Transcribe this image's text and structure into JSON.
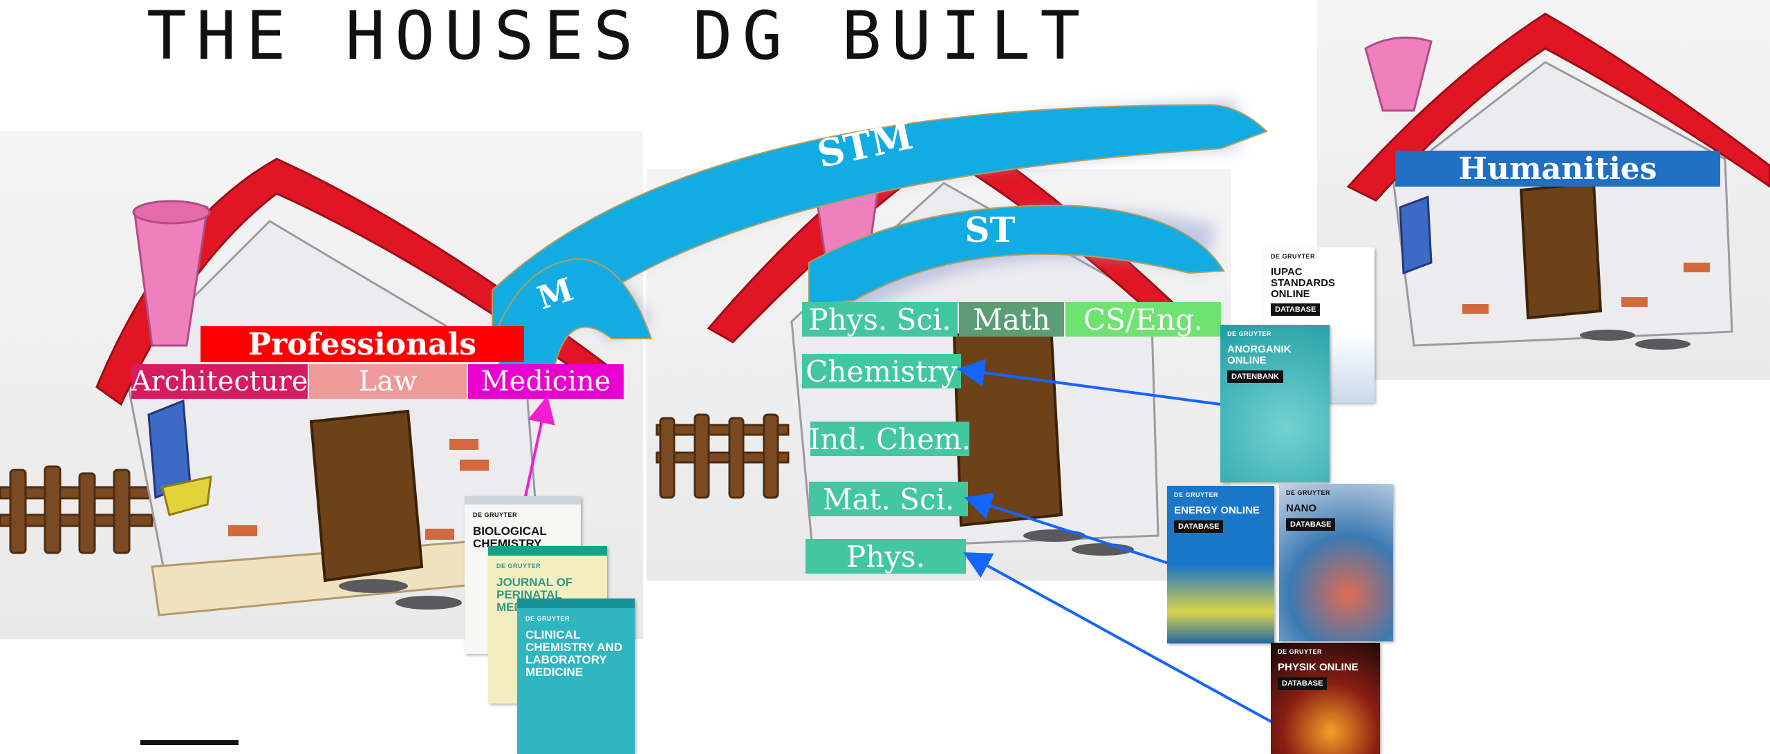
{
  "title": "THE HOUSES DG BUILT",
  "arcs": {
    "stm": "STM",
    "st": "ST",
    "m": "M"
  },
  "professionals": {
    "heading": "Professionals",
    "subjects": [
      "Architecture",
      "Law",
      "Medicine"
    ]
  },
  "stm_house": {
    "top_row": [
      "Phys. Sci.",
      "Math",
      "CS/Eng."
    ],
    "subjects": [
      "Chemistry",
      "Ind. Chem.",
      "Mat. Sci.",
      "Phys."
    ]
  },
  "humanities": {
    "heading": "Humanities"
  },
  "covers": {
    "biological_chemistry": {
      "publisher": "DE GRUYTER",
      "title": "BIOLOGICAL CHEMISTRY"
    },
    "perinatal": {
      "publisher": "DE GRUYTER",
      "title": "JOURNAL OF PERINATAL MEDICINE"
    },
    "clinical": {
      "publisher": "DE GRUYTER",
      "title": "CLINICAL CHEMISTRY AND LABORATORY MEDICINE"
    },
    "iupac": {
      "publisher": "DE GRUYTER",
      "title": "IUPAC STANDARDS ONLINE",
      "badge": "DATABASE"
    },
    "anorganik": {
      "publisher": "DE GRUYTER",
      "title": "ANORGANIK ONLINE",
      "badge": "DATENBANK"
    },
    "energy": {
      "publisher": "DE GRUYTER",
      "title": "ENERGY ONLINE",
      "badge": "DATABASE"
    },
    "nano": {
      "publisher": "DE GRUYTER",
      "title": "NANO",
      "badge": "DATABASE"
    },
    "physik": {
      "publisher": "DE GRUYTER",
      "title": "PHYSIK ONLINE",
      "badge": "DATABASE"
    }
  },
  "colors": {
    "arc_blue": "#12ace2",
    "professionals_red": "#ff0000",
    "architecture": "#d81b60",
    "law": "#ef9a9a",
    "medicine": "#e900d0",
    "stm_green": "#43c79f",
    "math_green": "#5b9e76",
    "cs_green": "#6fe36f",
    "humanities_blue": "#1f6fc2",
    "arrow_blue": "#1565ff",
    "arrow_magenta": "#f020d0"
  }
}
